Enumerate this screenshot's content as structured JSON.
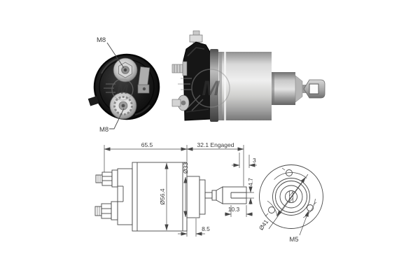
{
  "photo": {
    "labels": {
      "terminal_top": "M8",
      "terminal_bottom": "M8"
    },
    "watermark_letter": "M"
  },
  "drawing": {
    "side_view": {
      "length": "65.5",
      "engaged_stroke": "32.1 Engaged",
      "body_diameter": "Ø56.4",
      "nose_diameter": "Ø33",
      "tip_clearance": "3",
      "pin_height": "4.7",
      "fork_length": "10.3",
      "nose_step": "8.5"
    },
    "front_view": {
      "bolt_circle_diameter": "Ø41",
      "mounting_thread": "M5"
    }
  },
  "colors": {
    "background": "#ffffff",
    "drawing_line": "#474747",
    "text": "#3a3a3a",
    "metal_light": "#e8e8e8",
    "metal_dark": "#7d7d7d",
    "cap_black": "#101010",
    "watermark_gray": "#909090"
  }
}
